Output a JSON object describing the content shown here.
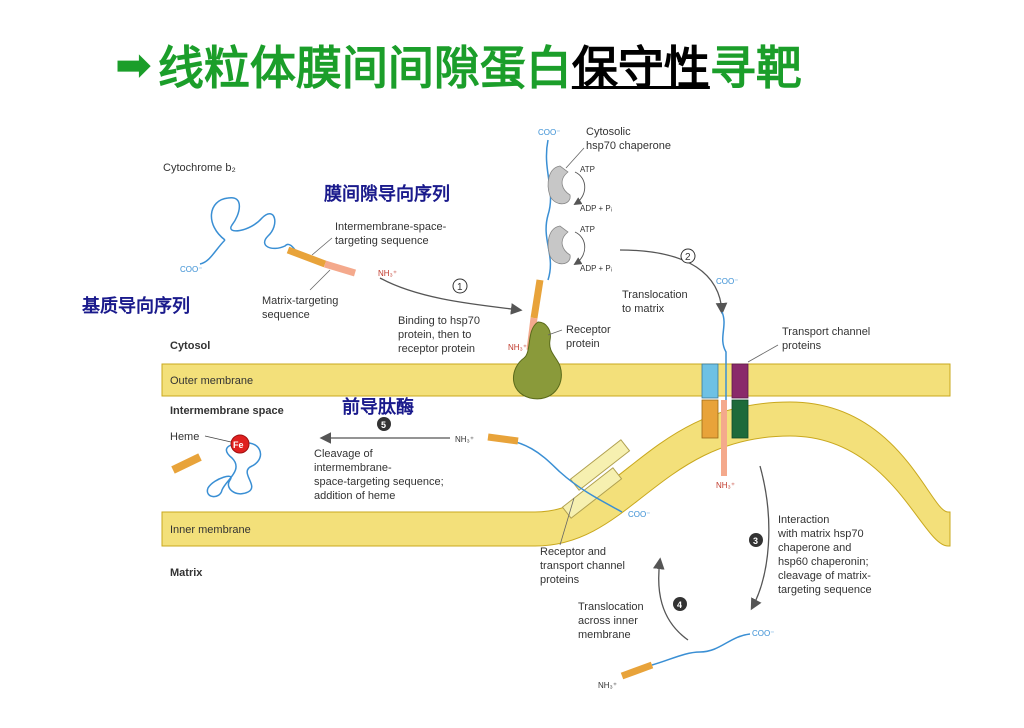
{
  "title": {
    "prefix": "线粒体膜间间隙蛋白",
    "highlight": "保守性",
    "suffix": "寻靶"
  },
  "cn_labels": {
    "ims_seq": "膜间隙导向序列",
    "matrix_seq": "基质导向序列",
    "protease": "前导肽酶"
  },
  "labels": {
    "cytochrome_b2": "Cytochrome b₂",
    "coo_left": "COO⁻",
    "ims_targeting": [
      "Intermembrane-space-",
      "targeting sequence"
    ],
    "nh3": "NH₃⁺",
    "matrix_targeting": [
      "Matrix-targeting",
      "sequence"
    ],
    "cytosol": "Cytosol",
    "outer_membrane": "Outer membrane",
    "intermembrane_space": "Intermembrane space",
    "inner_membrane": "Inner membrane",
    "matrix": "Matrix",
    "heme": "Heme",
    "fe": "Fe",
    "cytosolic_chaperone": [
      "Cytosolic",
      "hsp70 chaperone"
    ],
    "atp": "ATP",
    "adp": "ADP + Pᵢ",
    "coo_top": "COO⁻",
    "step1": [
      "Binding to hsp70",
      "protein, then to",
      "receptor protein"
    ],
    "receptor_protein": [
      "Receptor",
      "protein"
    ],
    "step2": [
      "Translocation",
      "to matrix"
    ],
    "coo_mid": "COO⁻",
    "transport_channel": [
      "Transport channel",
      "proteins"
    ],
    "step3": [
      "Interaction",
      "with matrix hsp70",
      "chaperone and",
      "hsp60 chaperonin;",
      "cleavage of matrix-",
      "targeting sequence"
    ],
    "step4": [
      "Translocation",
      "across inner",
      "membrane"
    ],
    "step5": [
      "Cleavage of",
      "intermembrane-",
      "space-targeting sequence;",
      "addition of heme"
    ],
    "receptor_transport": [
      "Receptor and",
      "transport channel",
      "proteins"
    ],
    "coo_inner": "COO⁻",
    "coo_bottom": "COO⁻",
    "num1": "1",
    "num2": "2",
    "num3": "3",
    "num4": "4",
    "num5": "5"
  },
  "colors": {
    "title_green": "#1b9e2a",
    "membrane": "#f3e07a",
    "membrane_edge": "#c9a81e",
    "chain": "#3a8fd4",
    "ims_segment": "#e8a33a",
    "matrix_segment": "#f4a98c",
    "receptor": "#8a9a3a",
    "chaperone": "#c7c7c7",
    "channel_blue": "#6ec1e4",
    "channel_purple": "#8a2a6a",
    "channel_green": "#1e6a3a",
    "heme_red": "#e02020"
  }
}
